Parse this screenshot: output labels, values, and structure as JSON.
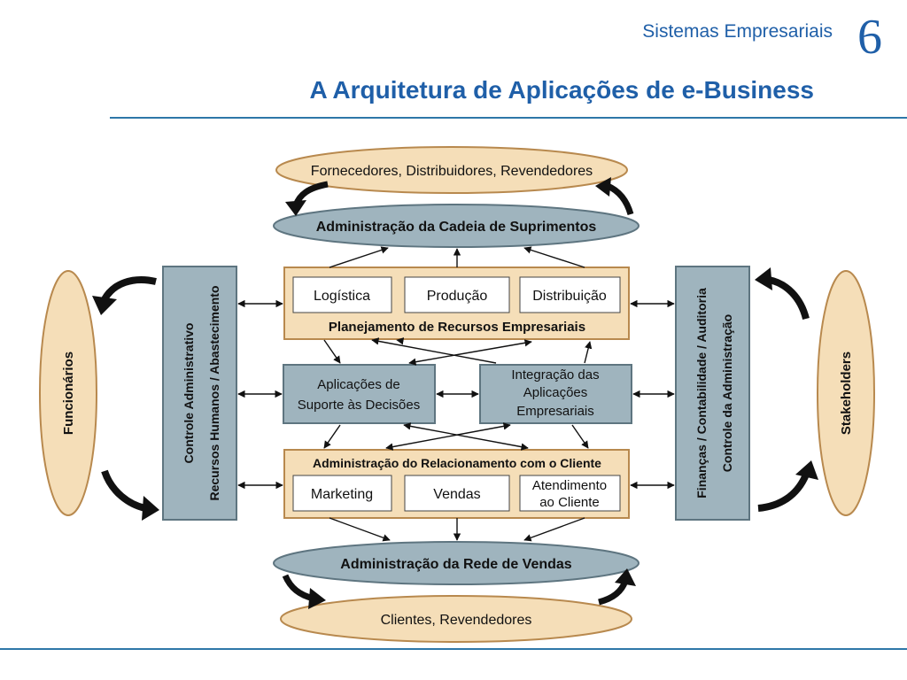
{
  "header": {
    "subtitle": "Sistemas Empresariais",
    "number": "6",
    "title": "A Arquitetura de Aplicações de e-Business"
  },
  "diagram": {
    "suppliers": "Fornecedores, Distribuidores, Revendedores",
    "scm": "Administração da Cadeia de Suprimentos",
    "erp": {
      "modules": [
        "Logística",
        "Produção",
        "Distribuição"
      ],
      "label": "Planejamento de Recursos Empresariais"
    },
    "dss": [
      "Aplicações de",
      "Suporte às Decisões"
    ],
    "eai": [
      "Integração das",
      "Aplicações",
      "Empresariais"
    ],
    "crm": {
      "label": "Administração do Relacionamento com o Cliente",
      "modules": [
        "Marketing",
        "Vendas",
        "Atendimento",
        "ao Cliente"
      ]
    },
    "sales_network": "Administração da Rede de Vendas",
    "customers": "Clientes, Revendedores",
    "left_panel": [
      "Controle Administrativo",
      "Recursos Humanos / Abastecimento"
    ],
    "right_panel": [
      "Finanças / Contabilidade / Auditoria",
      "Controle da Administração"
    ],
    "employees": "Funcionários",
    "stakeholders": "Stakeholders"
  },
  "colors": {
    "accent_blue": "#1f5fa8",
    "tan_fill": "#f5deb8",
    "tan_border": "#b8894e",
    "steel_fill": "#9fb4be",
    "steel_border": "#5e7580"
  }
}
